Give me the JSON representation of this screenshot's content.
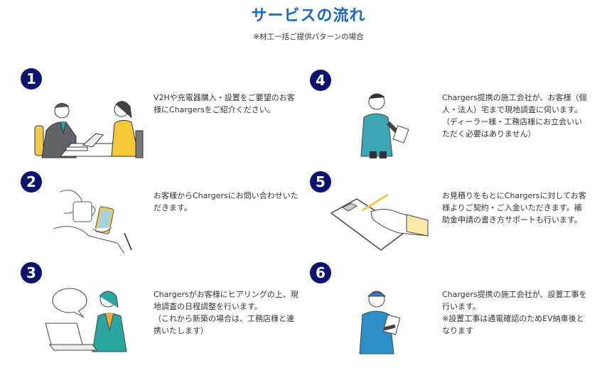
{
  "header": {
    "title": "サービスの流れ",
    "subtitle": "※材工一括ご提供パターンの場合"
  },
  "colors": {
    "title": "#1b68c6",
    "step_badge": "#0b1470"
  },
  "steps": [
    {
      "number": "1",
      "lines": [
        "V2Hや充電器購入・設置をご要望のお客",
        "様にChargersをご紹介ください。"
      ]
    },
    {
      "number": "2",
      "lines": [
        "お客様からChargersにお問い合わせいた",
        "だきます。"
      ]
    },
    {
      "number": "3",
      "lines": [
        "Chargersがお客様にヒアリングの上、現",
        "地調査の日程調整を行います。",
        "（これから新築の場合は、工務店様と連",
        "携いたします）"
      ]
    },
    {
      "number": "4",
      "lines": [
        "Chargers提携の施工会社が、お客様（個",
        "人・法人）宅まで現地調査に伺います。",
        "（ディーラー様・工務店様にお立会いい",
        "ただく必要はありません）"
      ]
    },
    {
      "number": "5",
      "lines": [
        "お見積りをもとにChargersに対してお客",
        "様よりご契約・ご入金いただきます。補",
        "助金申請の書き方サポートも行います。"
      ]
    },
    {
      "number": "6",
      "lines": [
        "Chargers提携の施工会社が、設置工事を",
        "行います。",
        "※設置工事は通電確認のためEV納車後と",
        "なります"
      ]
    }
  ]
}
